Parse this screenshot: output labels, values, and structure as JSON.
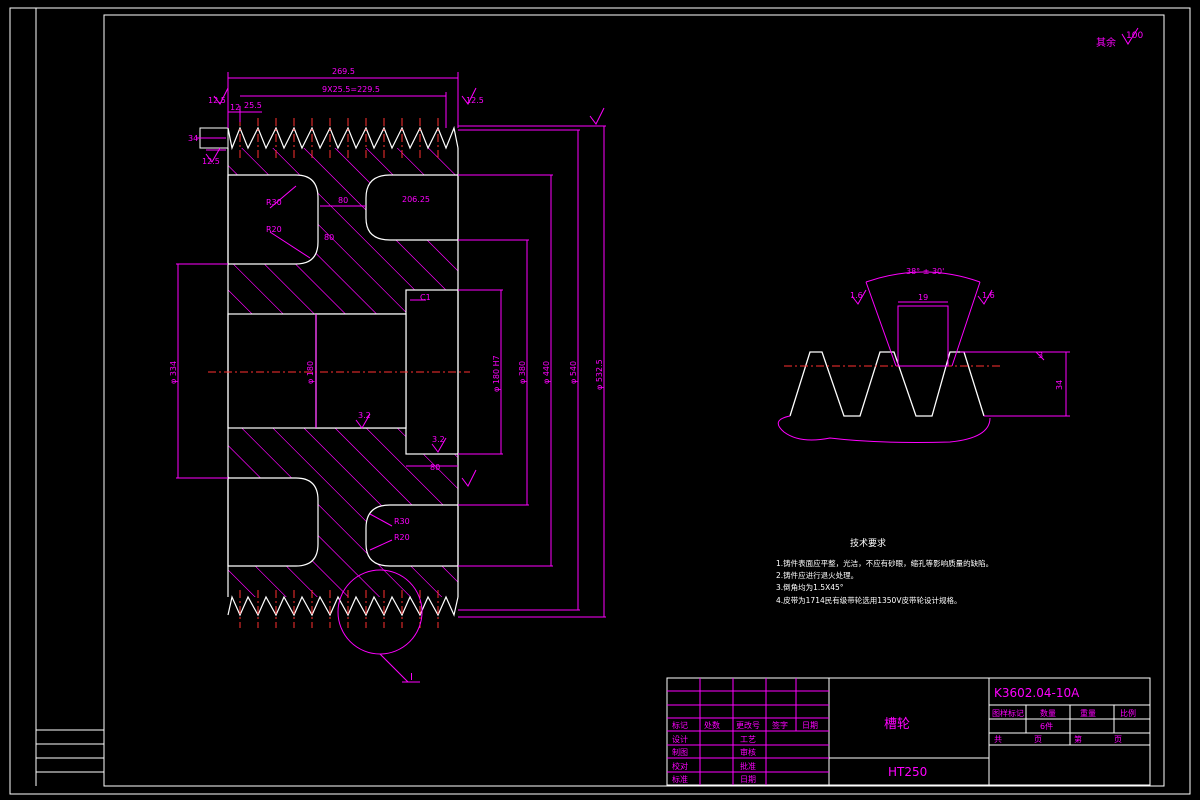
{
  "corner_roughness": {
    "label": "其余",
    "value": "100"
  },
  "technical_requirements": {
    "title": "技术要求",
    "items": [
      "1.铸件表面应平整，光洁，不应有砂眼，缩孔等影响质量的缺陷。",
      "2.铸件应进行退火处理。",
      "3.倒角均为1.5X45°",
      "4.皮带为1714民有级带轮选用1350V皮带轮设计规格。"
    ]
  },
  "dimensions": {
    "overall_width": "269.5",
    "groove_span": "9X25.5=229.5",
    "groove_edge": "12",
    "groove_pitch": "25.5",
    "tooth_height": "34",
    "rough_12_5_a": "12.5",
    "rough_12_5_b": "12.5",
    "rough_12_5_c": "12.5",
    "rough_3_2_a": "3.2",
    "rough_3_2_b": "3.2",
    "r30_a": "R30",
    "r20_a": "R20",
    "r30_b": "R30",
    "r20_b": "R20",
    "web_thickness": "80",
    "web_offset": "206.25",
    "hub_d": "80",
    "hub_bottom": "80",
    "chamfer": "C1",
    "dia_outer": "φ 532.5",
    "dia_540": "φ 540",
    "dia_440": "φ 440",
    "dia_380": "φ 380",
    "dia_bore": "φ 180 H7",
    "dia_hub": "φ 180",
    "dia_left": "φ 334",
    "detail_mark": "I"
  },
  "detail_view": {
    "angle": "38° ± 30'",
    "groove_top": "19",
    "depth": "34",
    "small_dim": "3",
    "rough_left": "1.6",
    "rough_right": "1.6"
  },
  "title_block": {
    "drawing_number": "K3602.04-10A",
    "part_name": "槽轮",
    "material": "HT250",
    "left_headers": [
      "标记",
      "处数",
      "更改号",
      "签字",
      "日期"
    ],
    "left_rows": [
      [
        "设计",
        "",
        "",
        "工艺",
        ""
      ],
      [
        "制图",
        "",
        "",
        "审核",
        ""
      ],
      [
        "校对",
        "",
        "",
        "批准",
        ""
      ],
      [
        "标准",
        "",
        "",
        "日期",
        ""
      ]
    ],
    "right_headers": [
      "图样标记",
      "数量",
      "重量",
      "比例"
    ],
    "right_subrow": "6件",
    "sheet_row": [
      "共",
      "页",
      "第",
      "页"
    ]
  }
}
